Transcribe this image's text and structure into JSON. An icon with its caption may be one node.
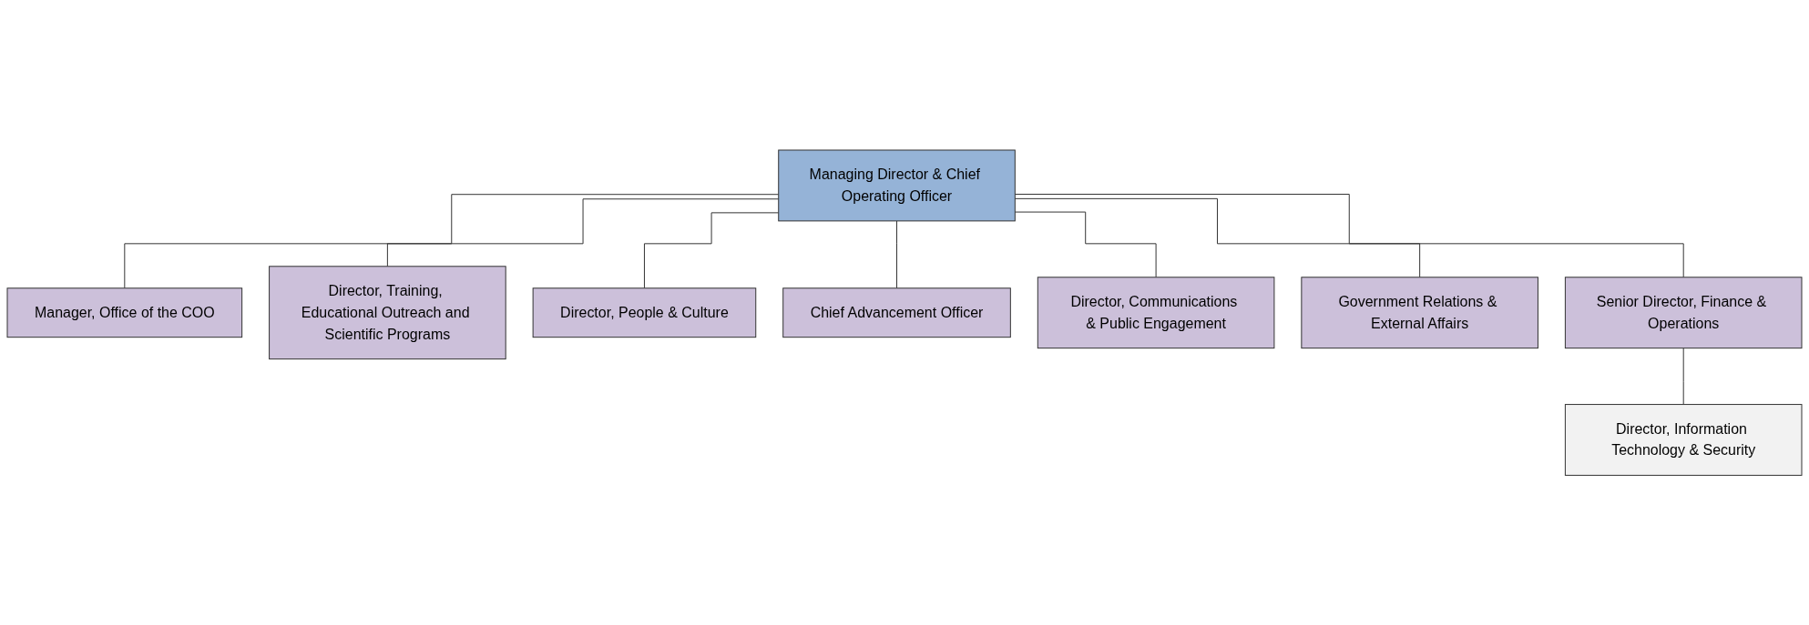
{
  "diagram": {
    "nodes": [
      {
        "text": [
          "Managing Director & Chief Operating Officer"
        ]
      },
      {
        "text": [
          "Manager, Office of the COO"
        ]
      },
      {
        "text": [
          "Director, Training, Educational Outreach and Scientific Programs"
        ]
      },
      {
        "text": [
          "Director, People & Culture"
        ]
      },
      {
        "text": [
          "Chief Advancement Officer"
        ]
      },
      {
        "text": [
          "Director, Communications & Public Engagement"
        ]
      },
      {
        "text": [
          "Government Relations & External Affairs"
        ]
      },
      {
        "text": [
          "Senior Director, Finance & Operations"
        ]
      },
      {
        "text": [
          "Director, Information Technology & Security"
        ]
      }
    ],
    "edges": [
      {
        "from": 0,
        "to": 1,
        "arrow": "none"
      },
      {
        "from": 0,
        "to": 2,
        "arrow": "none"
      },
      {
        "from": 0,
        "to": 3,
        "arrow": "none"
      },
      {
        "from": 0,
        "to": 4,
        "arrow": "none"
      },
      {
        "from": 0,
        "to": 5,
        "arrow": "none"
      },
      {
        "from": 0,
        "to": 6,
        "arrow": "none"
      },
      {
        "from": 0,
        "to": 7,
        "arrow": "none"
      },
      {
        "from": 7,
        "to": 8,
        "arrow": "none"
      }
    ]
  }
}
